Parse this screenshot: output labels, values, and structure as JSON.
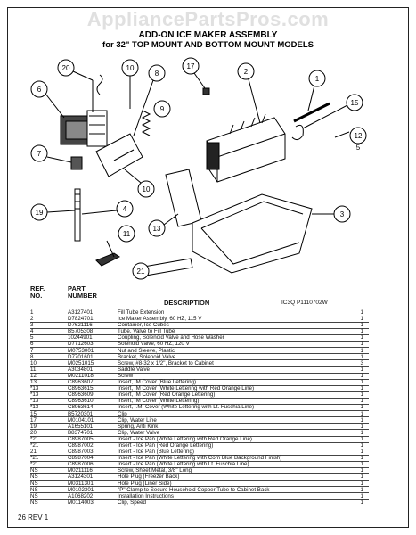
{
  "watermark": "AppliancePartsPros.com",
  "title_line1": "ADD-ON ICE MAKER ASSEMBLY",
  "title_line2": "for 32\" TOP MOUNT AND BOTTOM MOUNT MODELS",
  "callouts": [
    "20",
    "10",
    "8",
    "17",
    "2",
    "1",
    "15",
    "6",
    "9",
    "12",
    "5",
    "7",
    "10",
    "3",
    "19",
    "4",
    "13",
    "11",
    "21"
  ],
  "table_headers": {
    "ref": "REF.",
    "no": "NO.",
    "part": "PART",
    "number": "NUMBER",
    "description": "DESCRIPTION",
    "doc_id": "IC3Q P1110702W"
  },
  "parts": [
    {
      "ref": "1",
      "part": "A3127401",
      "desc": "Fill Tube Extension",
      "qty": "1"
    },
    {
      "ref": "2",
      "part": "D7824701",
      "desc": "Ice Maker Assembly, 60 HZ, 115 V",
      "qty": "1"
    },
    {
      "ref": "3",
      "part": "D7621116",
      "desc": "Container, Ice Cubes",
      "qty": "1"
    },
    {
      "ref": "4",
      "part": "B5705308",
      "desc": "Tube, Valve to Fill Tube",
      "qty": "1"
    },
    {
      "ref": "5",
      "part": "10244901",
      "desc": "Coupling, Solenoid Valve and Hose Washer",
      "qty": "1"
    },
    {
      "ref": "6",
      "part": "D7712603",
      "desc": "Solenoid Valve, 60 HZ, 120 V",
      "qty": "1"
    },
    {
      "ref": "7",
      "part": "M0753001",
      "desc": "Nut and Sleeve, Plastic",
      "qty": "1"
    },
    {
      "ref": "8",
      "part": "D7701601",
      "desc": "Bracket, Solenoid Valve",
      "qty": "1"
    },
    {
      "ref": "10",
      "part": "M0251015",
      "desc": "Screw, #8-32 x 1/2\", Bracket to Cabinet",
      "qty": "3"
    },
    {
      "ref": "11",
      "part": "A3034801",
      "desc": "Saddle Valve",
      "qty": "1"
    },
    {
      "ref": "12",
      "part": "M0211018",
      "desc": "Screw",
      "qty": "1"
    },
    {
      "ref": "13",
      "part": "C8963607",
      "desc": "Insert, IM Cover (Blue Lettering)",
      "qty": "1"
    },
    {
      "ref": "*13",
      "part": "C8963615",
      "desc": "Insert, IM Cover (White Lettering with Red Orange Line)",
      "qty": "1"
    },
    {
      "ref": "*13",
      "part": "C8963609",
      "desc": "Insert, IM Cover (Red Orange Lettering)",
      "qty": "1"
    },
    {
      "ref": "*13",
      "part": "C8963610",
      "desc": "Insert, IM Cover (White Lettering)",
      "qty": "1"
    },
    {
      "ref": "*13",
      "part": "C8963614",
      "desc": "Insert, I.M. Cover (White Lettering with Lt. Fuschia Line)",
      "qty": "1"
    },
    {
      "ref": "15",
      "part": "B5720301",
      "desc": "Clip",
      "qty": "1"
    },
    {
      "ref": "17",
      "part": "M0104101",
      "desc": "Clip, Water Line",
      "qty": "1"
    },
    {
      "ref": "19",
      "part": "A1655101",
      "desc": "Spring, Anti Kink",
      "qty": "1"
    },
    {
      "ref": "20",
      "part": "B8374701",
      "desc": "Clip, Water Valve",
      "qty": "1"
    },
    {
      "ref": "*21",
      "part": "C8987005",
      "desc": "Insert - Ice Pan (White Lettering with Red Orange Line)",
      "qty": "1"
    },
    {
      "ref": "*21",
      "part": "C8987002",
      "desc": "Insert - Ice Pan (Red Orange Lettering)",
      "qty": "1"
    },
    {
      "ref": "21",
      "part": "C8987003",
      "desc": "Insert - Ice Pan (Blue Lettering)",
      "qty": "1"
    },
    {
      "ref": "*21",
      "part": "C8987004",
      "desc": "Insert - Ice Pan (White Lettering with Corn Blue Background Finish)",
      "qty": "1"
    },
    {
      "ref": "*21",
      "part": "C8987006",
      "desc": "Insert - Ice Pan (White Lettering with Lt. Fuschia Line)",
      "qty": "1"
    },
    {
      "ref": "NS",
      "part": "M0211116",
      "desc": "Screw, Sheet Metal, 3/8\" Long",
      "qty": "1"
    },
    {
      "ref": "NS",
      "part": "A3124301",
      "desc": "Hole Plug (Freezer Back)",
      "qty": "1"
    },
    {
      "ref": "NS",
      "part": "M0311301",
      "desc": "Hole Plug (Liner Side)",
      "qty": "1"
    },
    {
      "ref": "NS",
      "part": "M0102301",
      "desc": "\"P\" Clamp to Secure Household Copper Tube to Cabinet Back",
      "qty": "1"
    },
    {
      "ref": "NS",
      "part": "A1068202",
      "desc": "Installation Instructions",
      "qty": "1"
    },
    {
      "ref": "NS",
      "part": "M0114003",
      "desc": "Clip, Speed",
      "qty": "1"
    }
  ],
  "footer": "26 REV 1"
}
